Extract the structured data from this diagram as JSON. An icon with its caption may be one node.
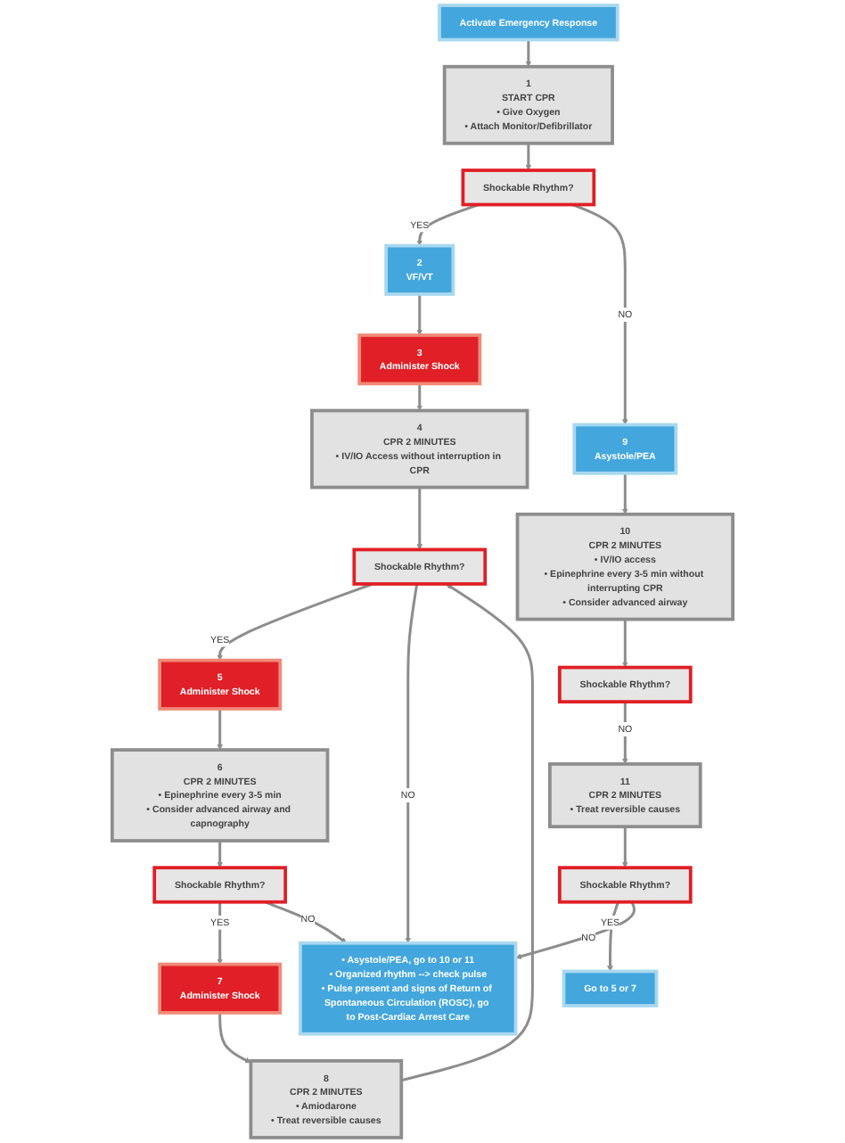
{
  "diagram": {
    "nodes": [
      {
        "text": [
          "Activate Emergency Response"
        ]
      },
      {
        "text": [
          "1",
          "START CPR",
          "• Give Oxygen",
          "• Attach Monitor/Defibrillator"
        ]
      },
      {
        "text": [
          "Shockable Rhythm?"
        ]
      },
      {
        "text": [
          "2",
          "VF/VT"
        ]
      },
      {
        "text": [
          "9",
          "Asystole/PEA"
        ]
      },
      {
        "text": [
          "3",
          "Administer Shock"
        ]
      },
      {
        "text": [
          "10",
          "CPR 2 MINUTES",
          "• IV/IO access",
          "• Epinephrine every 3-5 min without interrupting CPR",
          "• Consider advanced airway"
        ]
      },
      {
        "text": [
          "4",
          "CPR 2 MINUTES",
          "• IV/IO Access without interruption in CPR"
        ]
      },
      {
        "text": [
          "Shockable Rhythm?"
        ]
      },
      {
        "text": [
          "Shockable Rhythm?"
        ]
      },
      {
        "text": [
          "5",
          "Administer Shock"
        ]
      },
      {
        "text": [
          "11",
          "CPR 2 MINUTES",
          "• Treat reversible causes"
        ]
      },
      {
        "text": [
          "6",
          "CPR 2 MINUTES",
          "• Epinephrine every 3-5 min",
          "• Consider advanced airway and capnography"
        ]
      },
      {
        "text": [
          "Shockable Rhythm?"
        ]
      },
      {
        "text": [
          "Shockable Rhythm?"
        ]
      },
      {
        "text": [
          "Go to 5 or 7"
        ]
      },
      {
        "text": [
          "7",
          "Administer Shock"
        ]
      },
      {
        "text": [
          "• Asystole/PEA, go to 10 or 11",
          "• Organized rhythm --> check pulse",
          "• Pulse present and signs of Return of Spontaneous Circulation (ROSC), go to Post-Cardiac Arrest Care"
        ]
      },
      {
        "text": [
          "8",
          "CPR 2 MINUTES",
          "• Amiodarone",
          "• Treat reversible causes"
        ]
      }
    ],
    "edges": [
      {
        "from": 0,
        "to": 1,
        "arrow": "to"
      },
      {
        "from": 1,
        "to": 2,
        "arrow": "to"
      },
      {
        "from": 2,
        "to": 3,
        "arrow": "to",
        "label": "YES"
      },
      {
        "from": 2,
        "to": 4,
        "arrow": "to",
        "label": "NO"
      },
      {
        "from": 3,
        "to": 5,
        "arrow": "to"
      },
      {
        "from": 4,
        "to": 6,
        "arrow": "to"
      },
      {
        "from": 5,
        "to": 7,
        "arrow": "to"
      },
      {
        "from": 7,
        "to": 8,
        "arrow": "to"
      },
      {
        "from": 6,
        "to": 9,
        "arrow": "to"
      },
      {
        "from": 8,
        "to": 10,
        "arrow": "to",
        "label": "YES"
      },
      {
        "from": 8,
        "to": 17,
        "arrow": "to",
        "label": "NO"
      },
      {
        "from": 9,
        "to": 11,
        "arrow": "to",
        "label": "NO"
      },
      {
        "from": 10,
        "to": 12,
        "arrow": "to"
      },
      {
        "from": 11,
        "to": 13,
        "arrow": "to"
      },
      {
        "from": 12,
        "to": 14,
        "arrow": "to"
      },
      {
        "from": 14,
        "to": 16,
        "arrow": "to",
        "label": "YES"
      },
      {
        "from": 14,
        "to": 17,
        "arrow": "to",
        "label": "NO"
      },
      {
        "from": 13,
        "to": 15,
        "arrow": "to",
        "label": "YES"
      },
      {
        "from": 13,
        "to": 17,
        "arrow": "to",
        "label": "NO"
      },
      {
        "from": 16,
        "to": 18,
        "arrow": "to"
      },
      {
        "from": 18,
        "to": 8,
        "arrow": "to"
      }
    ]
  }
}
